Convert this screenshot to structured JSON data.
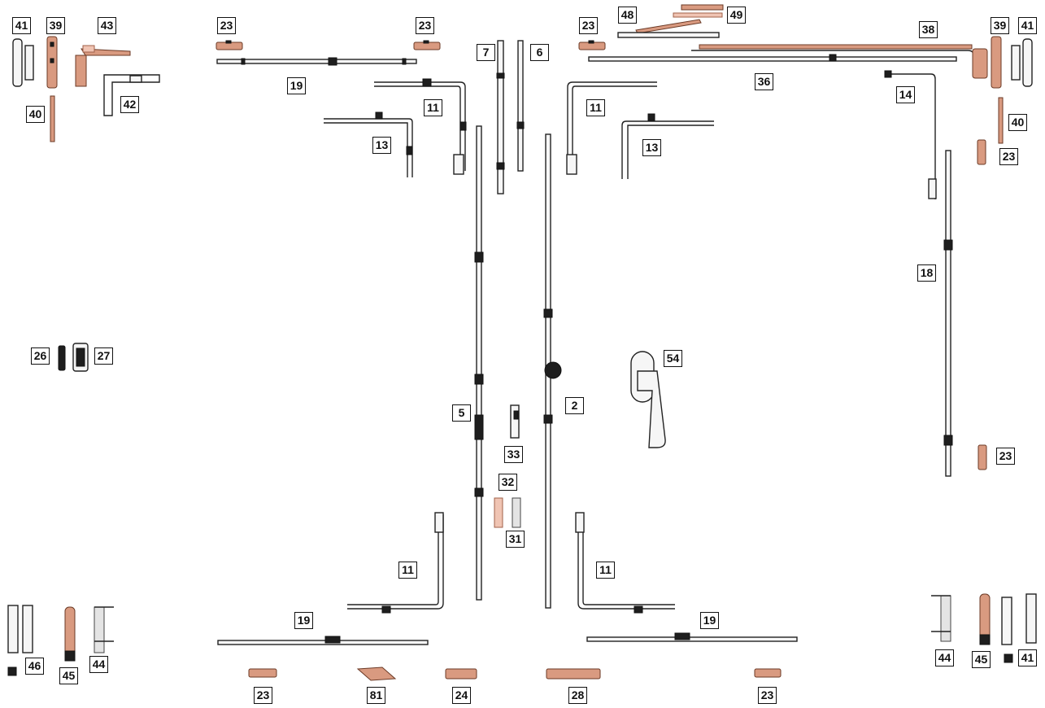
{
  "diagram": {
    "labels": {
      "l41a": "41",
      "l39a": "39",
      "l43": "43",
      "l42": "42",
      "l40a": "40",
      "l23a": "23",
      "l23b": "23",
      "l19a": "19",
      "l11a": "11",
      "l13a": "13",
      "l7": "7",
      "l6": "6",
      "l23c": "23",
      "l48": "48",
      "l49": "49",
      "l38": "38",
      "l39b": "39",
      "l41b": "41",
      "l36": "36",
      "l11b": "11",
      "l13b": "13",
      "l14": "14",
      "l40b": "40",
      "l23d": "23",
      "l18": "18",
      "l26": "26",
      "l27": "27",
      "l54": "54",
      "l5": "5",
      "l2": "2",
      "l33": "33",
      "l32": "32",
      "l31": "31",
      "l23e": "23",
      "l11c": "11",
      "l11d": "11",
      "l19b": "19",
      "l19c": "19",
      "l46": "46",
      "l45a": "45",
      "l44a": "44",
      "l44b": "44",
      "l45b": "45",
      "l41c": "41",
      "l23f": "23",
      "l81": "81",
      "l24": "24",
      "l28": "28",
      "l23g": "23"
    },
    "colors": {
      "outline": "#222222",
      "copper": "#d99a80",
      "copper_light": "#f0c4b3",
      "grey": "#e4e4e4"
    }
  }
}
